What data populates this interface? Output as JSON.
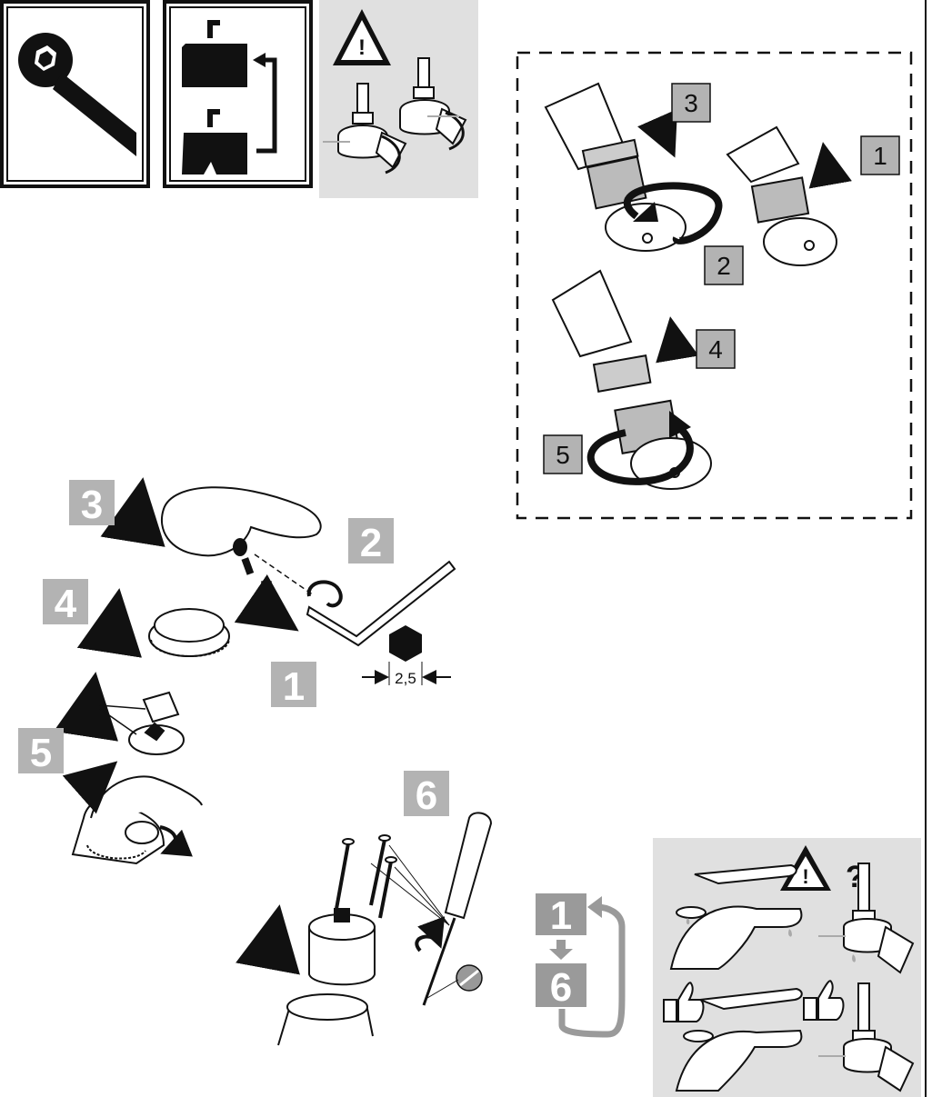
{
  "colors": {
    "step_box_fill": "#b3b3b3",
    "dark_box_fill": "#9a9a9a",
    "panel_gray": "#e0e0e0",
    "ink": "#111111"
  },
  "header_icons": [
    "wrench-icon",
    "cartridge-replace-icon",
    "warning-valve-icon"
  ],
  "aerator_steps": {
    "s1": "1",
    "s2": "2",
    "s3": "3",
    "s4": "4",
    "s5": "5"
  },
  "handle_steps": {
    "s1": "1",
    "s2": "2",
    "s3": "3",
    "s4": "4",
    "s5": "5",
    "s6": "6"
  },
  "hex_key": {
    "size": "2,5"
  },
  "repeat": {
    "from": "1",
    "to": "6"
  },
  "leak_check": {
    "question": "?",
    "warning_mark": "!"
  }
}
